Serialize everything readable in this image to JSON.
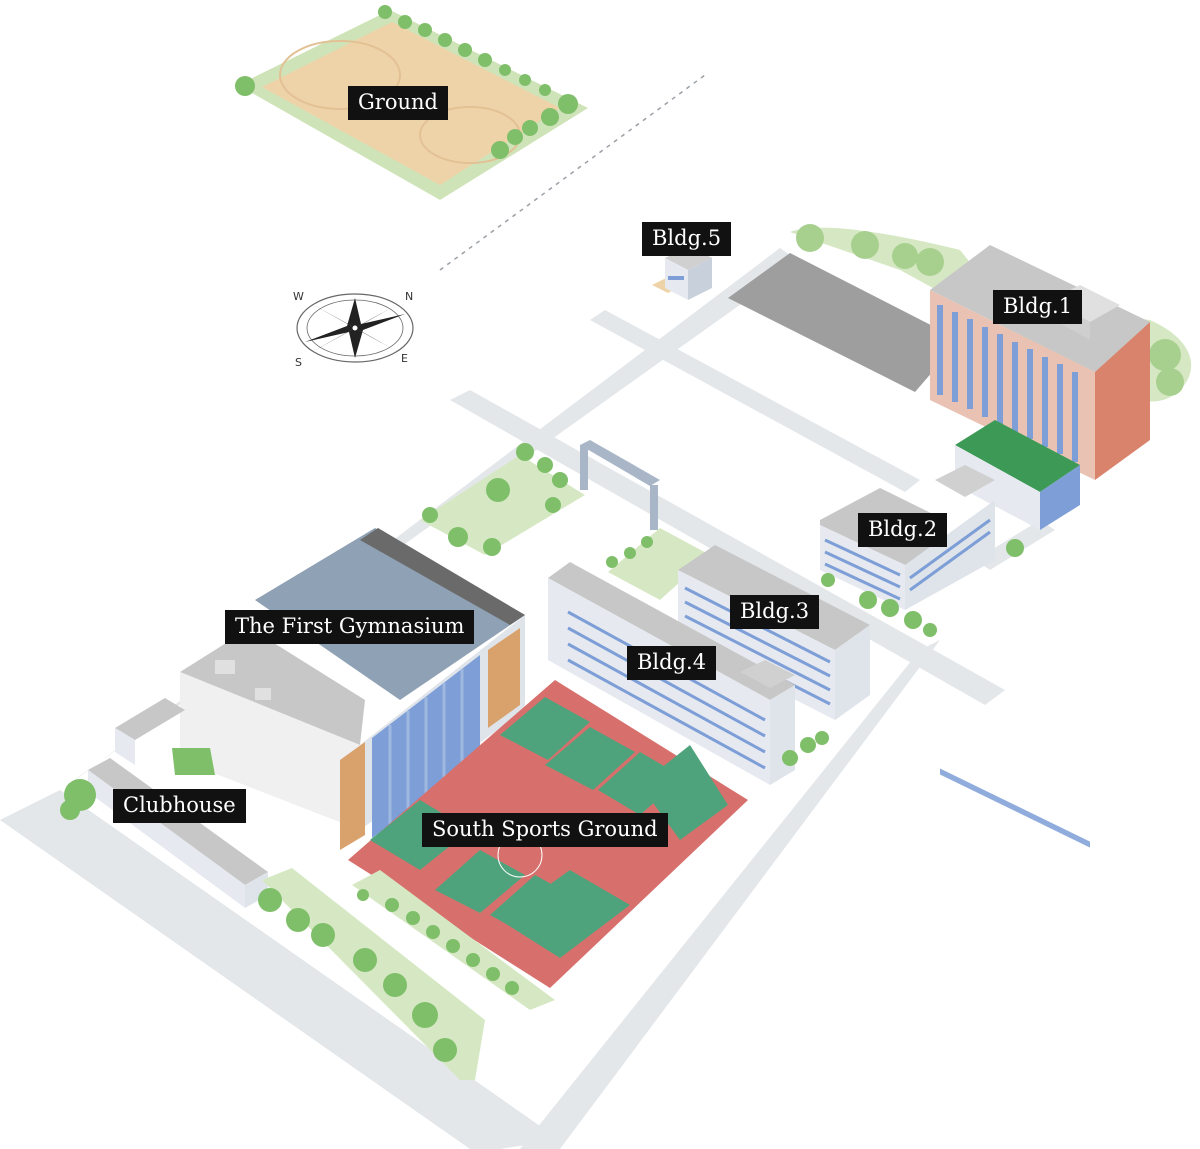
{
  "colors": {
    "road": "#e3e7ea",
    "grass": "#d6e8c3",
    "tree": "#7fbf6a",
    "tree_dark": "#5da24c",
    "ground_field": "#efd3a8",
    "court_red": "#d7706c",
    "court_green": "#4fa37c",
    "roof_gray": "#b9b9b9",
    "gym_roof": "#8fa1b4",
    "glass_blue": "#7d9ed6",
    "brick": "#d9826c",
    "parking": "#9e9e9e",
    "label_bg": "#111111",
    "label_text": "#ffffff"
  },
  "compass": {
    "icon": "compass-rose-icon",
    "n": "N",
    "e": "E",
    "s": "S",
    "w": "W"
  },
  "labels": {
    "ground": "Ground",
    "bldg5": "Bldg.5",
    "bldg1": "Bldg.1",
    "bldg2": "Bldg.2",
    "bldg3": "Bldg.3",
    "bldg4": "Bldg.4",
    "gym": "The First Gymnasium",
    "clubhouse": "Clubhouse",
    "south_sports": "South Sports Ground"
  }
}
